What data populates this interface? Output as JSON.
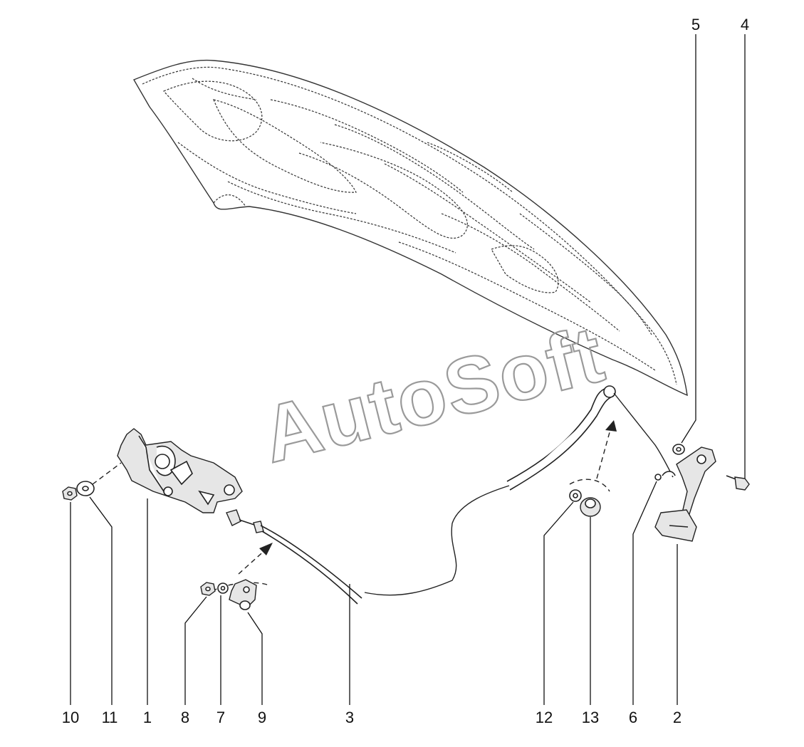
{
  "watermark": "AutoSoft",
  "callouts": [
    {
      "id": "10",
      "label": "10"
    },
    {
      "id": "11",
      "label": "11"
    },
    {
      "id": "1",
      "label": "1"
    },
    {
      "id": "8",
      "label": "8"
    },
    {
      "id": "7",
      "label": "7"
    },
    {
      "id": "9",
      "label": "9"
    },
    {
      "id": "3",
      "label": "3"
    },
    {
      "id": "12",
      "label": "12"
    },
    {
      "id": "13",
      "label": "13"
    },
    {
      "id": "6",
      "label": "6"
    },
    {
      "id": "2",
      "label": "2"
    },
    {
      "id": "5",
      "label": "5"
    },
    {
      "id": "4",
      "label": "4"
    }
  ]
}
